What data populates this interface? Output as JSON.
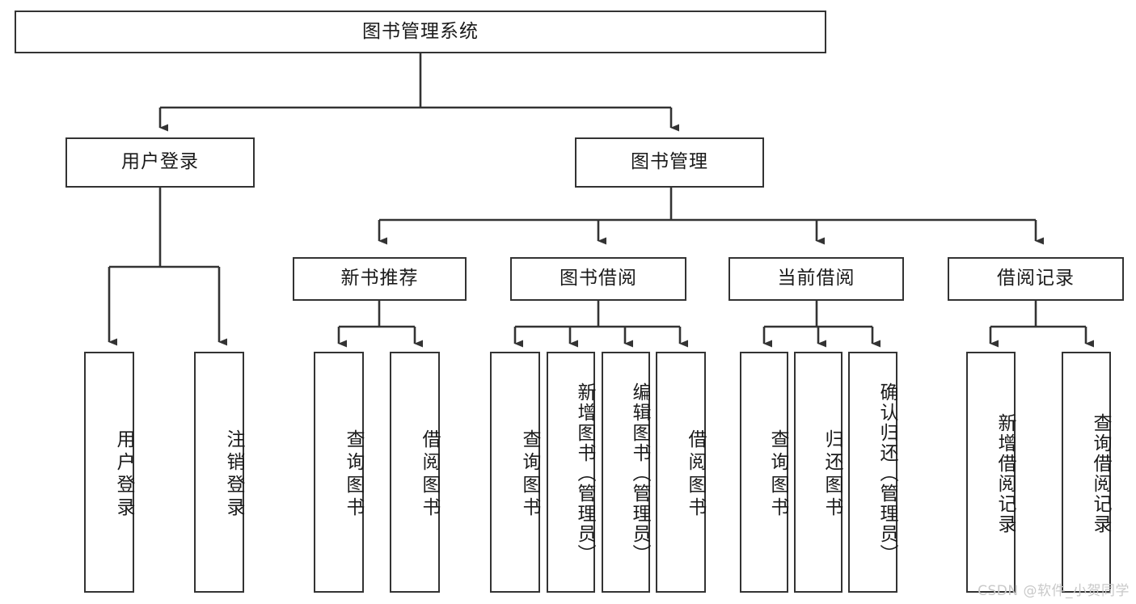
{
  "diagram": {
    "type": "tree",
    "title": "图书管理系统",
    "watermark": "CSDN @软件_小贺同学",
    "line_color": "#333333",
    "box_fill": "#ffffff",
    "text_color": "#1a1a1a",
    "nodes": {
      "root": {
        "label": "图书管理系统"
      },
      "level2": [
        {
          "label": "用户登录"
        },
        {
          "label": "图书管理"
        }
      ],
      "level3": [
        {
          "label": "新书推荐"
        },
        {
          "label": "图书借阅"
        },
        {
          "label": "当前借阅"
        },
        {
          "label": "借阅记录"
        }
      ],
      "leaves": {
        "user_login": [
          {
            "label": "用户登录"
          },
          {
            "label": "注销登录"
          }
        ],
        "new_book_recommend": [
          {
            "label": "查询图书"
          },
          {
            "label": "借阅图书"
          }
        ],
        "book_borrow": [
          {
            "label": "查询图书"
          },
          {
            "label": "新增图书（管理员）"
          },
          {
            "label": "编辑图书（管理员）"
          },
          {
            "label": "借阅图书"
          }
        ],
        "current_borrow": [
          {
            "label": "查询图书"
          },
          {
            "label": "归还图书"
          },
          {
            "label": "确认归还（管理员）"
          }
        ],
        "borrow_record": [
          {
            "label": "新增借阅记录"
          },
          {
            "label": "查询借阅记录"
          }
        ]
      }
    }
  }
}
